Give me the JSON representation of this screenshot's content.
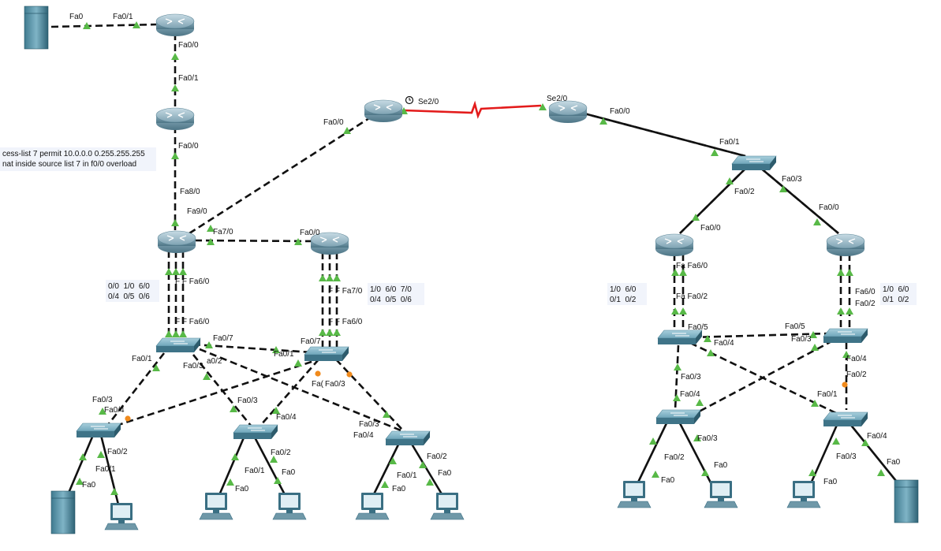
{
  "colors": {
    "serial_link": "#e31b1b",
    "ethernet_link": "#111111",
    "link_up": "#58b947",
    "link_blocking": "#f08a1c"
  },
  "notes": [
    {
      "id": "acl",
      "lines": [
        "cess-list 7 permit 10.0.0.0 0.255.255.255",
        "nat inside source list 7 in f0/0 overload"
      ]
    },
    {
      "id": "ports-l1",
      "lines": [
        "0/0  1/0  6/0",
        "0/4  0/5  0/6"
      ]
    },
    {
      "id": "ports-l2",
      "lines": [
        "1/0  6/0  7/0",
        "0/4  0/5  0/6"
      ]
    },
    {
      "id": "ports-r1",
      "lines": [
        "1/0  6/0",
        "0/1  0/2"
      ]
    },
    {
      "id": "ports-r2",
      "lines": [
        "1/0  6/0",
        "0/1  0/2"
      ]
    }
  ],
  "labels": [
    "Fa0",
    "Fa0/1",
    "Fa0/0",
    "Fa0/1",
    "Fa0/0",
    "Fa8/0",
    "Fa9/0",
    "Fa0/0",
    "Se2/0",
    "Se2/0",
    "Fa0/0",
    "Fa7/0",
    "Fa0/0",
    "F  F  Fa6/0",
    "F  F  Fa7/0",
    "F  F  Fa6/0",
    "F  F  Fa6/0",
    "Fa0/7",
    "Fa0/7",
    "Fa0/1",
    "Fa0/1",
    "Fa0/3",
    "a0/2",
    "Fa(",
    "Fa0/3",
    "Fa0/3",
    "Fa0/4",
    "Fa0/3",
    "Fa0/4",
    "Fa0/3",
    "Fa0/4",
    "Fa0/2",
    "Fa0/1",
    "Fa0",
    "Fa0/2",
    "Fa0/1",
    "Fa0",
    "Fa0",
    "Fa0/2",
    "Fa0/1",
    "Fa0",
    "Fa0",
    "Fa0/1",
    "Fa0/2",
    "Fa0/3",
    "Fa0/0",
    "Fa0/0",
    "Fa  Fa6/0",
    "Fa  Fa0/2",
    "Fa6/0",
    "Fa0/2",
    "Fa0/5",
    "Fa0/5",
    "Fa0/4",
    "Fa0/3",
    "Fa0/3",
    "Fa0/4",
    "Fa0/4",
    "Fa0/2",
    "Fa0/1",
    "Fa0/2",
    "Fa0/3",
    "Fa0",
    "Fa0",
    "Fa0/4",
    "Fa0/3",
    "Fa0",
    "Fa0"
  ]
}
